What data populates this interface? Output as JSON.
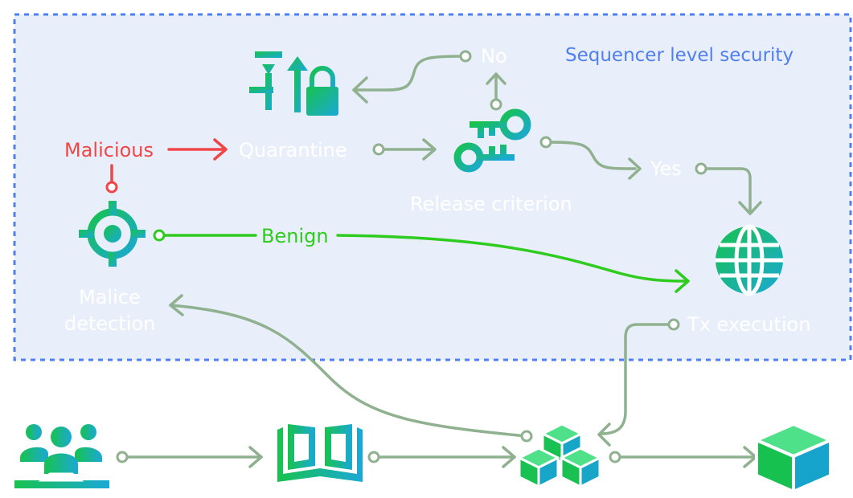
{
  "region": {
    "title": "Sequencer level security"
  },
  "nodes": {
    "malice_detection": {
      "label_line1": "Malice",
      "label_line2": "detection"
    },
    "quarantine": {
      "label": "Quarantine"
    },
    "release_criterion": {
      "label": "Release criterion"
    },
    "tx_execution": {
      "label": "Tx execution"
    }
  },
  "branches": {
    "malicious": "Malicious",
    "benign": "Benign",
    "yes": "Yes",
    "no": "No"
  },
  "colors": {
    "region_fill": "#e9effa",
    "region_border": "#4f7ff0",
    "connector": "#8fb18f",
    "malicious": "#ef4747",
    "benign": "#2ecc1f",
    "icon_gradient_start": "#18c24e",
    "icon_gradient_end": "#1aa8d6"
  },
  "icons": [
    "quarantine-lock-icon",
    "keys-icon",
    "crosshair-icon",
    "globe-icon",
    "users-icon",
    "book-icon",
    "blocks-icon",
    "cube-icon"
  ]
}
